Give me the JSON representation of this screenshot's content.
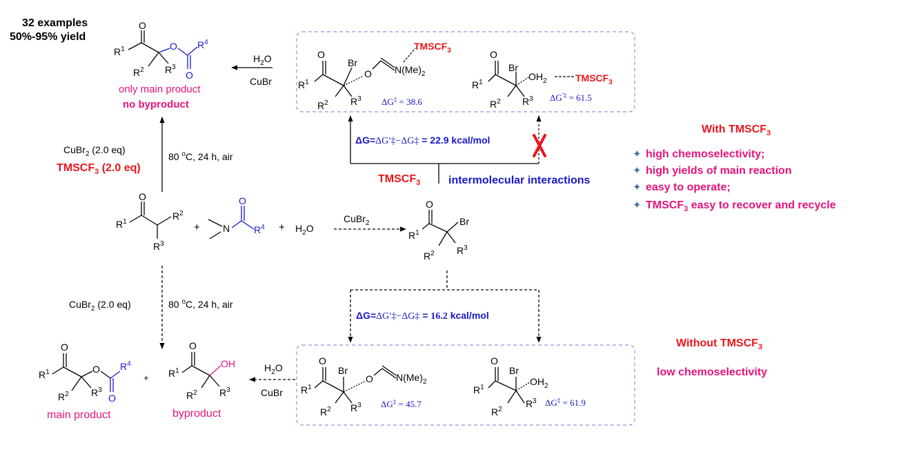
{
  "summary": {
    "examples": "32 examples",
    "yield": "50%-95% yield",
    "only_main": "only main product",
    "no_byproduct": "no byproduct"
  },
  "conditions": {
    "upper_reagent": "CuBr",
    "upper_equiv": "(2.0 eq)",
    "upper_tmscf3": "TMSCF",
    "upper_tmscf3_equiv": "(2.0 eq)",
    "upper_temp": "80",
    "upper_temp_rest": "C, 24 h, air",
    "lower_reagent": "CuBr",
    "lower_equiv": "(2.0 eq)",
    "lower_temp": "80",
    "lower_temp_rest": "C, 24 h, air",
    "middle_reagent": "CuBr",
    "top_h2o": "H",
    "top_cubr": "CuBr",
    "bottom_h2o": "H",
    "bottom_cubr": "CuBr"
  },
  "center": {
    "tmscf3": "TMSCF",
    "interactions": "intermolecular interactions",
    "dg_top": "= 22.9 kcal/mol",
    "dg_bottom": "16.2",
    "dg_bottom_unit": "kcal/mol"
  },
  "ts": {
    "top_left_energy": "= 38.6",
    "top_right_energy": "= 61.5",
    "bottom_left_energy": "= 45.7",
    "bottom_right_energy": "= 61.9",
    "tmscf3_label": "TMSCF"
  },
  "right_panel": {
    "with_title": "With TMSCF",
    "bullets": [
      "high chemoselectivity;",
      "high yields of main reaction",
      "easy to operate;",
      "easy to recover and recycle"
    ],
    "bullet4_prefix": "TMSCF",
    "without_title": "Without TMSCF",
    "low_selectivity": "low chemoselectivity"
  },
  "products": {
    "main": "main product",
    "byproduct": "byproduct"
  },
  "colors": {
    "red": "#e8161b",
    "magenta": "#e5137c",
    "blue": "#1717c8",
    "dash": "#8e94d8",
    "star": "#4a6fa6"
  }
}
